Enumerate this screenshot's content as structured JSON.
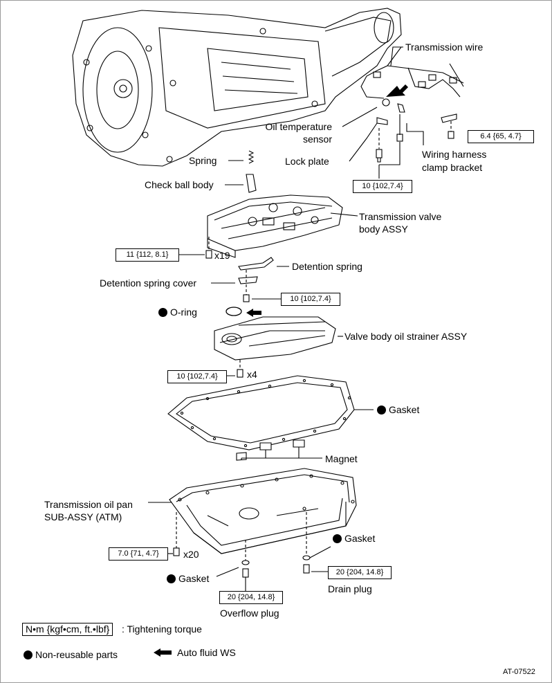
{
  "labels": {
    "transmission_wire": "Transmission wire",
    "oil_temp_sensor_1": "Oil temperature",
    "oil_temp_sensor_2": "sensor",
    "lock_plate": "Lock plate",
    "wiring_clamp_1": "Wiring harness",
    "wiring_clamp_2": "clamp bracket",
    "spring": "Spring",
    "check_ball_body": "Check ball body",
    "valve_body_1": "Transmission valve",
    "valve_body_2": "body ASSY",
    "detention_spring": "Detention spring",
    "detention_spring_cover": "Detention spring cover",
    "o_ring": "O-ring",
    "strainer": "Valve body oil strainer ASSY",
    "gasket_pan": "Gasket",
    "magnet": "Magnet",
    "oil_pan_1": "Transmission oil pan",
    "oil_pan_2": "SUB-ASSY (ATM)",
    "gasket_drain": "Gasket",
    "gasket_overflow": "Gasket",
    "drain_plug": "Drain plug",
    "overflow_plug": "Overflow plug"
  },
  "torques": {
    "wiring_clamp": "6.4 {65, 4.7}",
    "lock_plate": "10 {102,7.4}",
    "valve_body": "11 {112, 8.1}",
    "detention": "10 {102,7.4}",
    "strainer": "10 {102,7.4}",
    "oil_pan": "7.0 {71, 4.7}",
    "drain_plug": "20 {204, 14.8}",
    "overflow_plug": "20 {204, 14.8}"
  },
  "quantities": {
    "valve_body_bolts": "x19",
    "strainer_bolts": "x4",
    "oil_pan_bolts": "x20"
  },
  "legend": {
    "torque_unit": "N•m {kgf•cm, ft.•lbf}",
    "torque_text": ": Tightening torque",
    "non_reusable": "Non-reusable parts",
    "auto_fluid": "Auto fluid WS"
  },
  "figure_code": "AT-07522"
}
